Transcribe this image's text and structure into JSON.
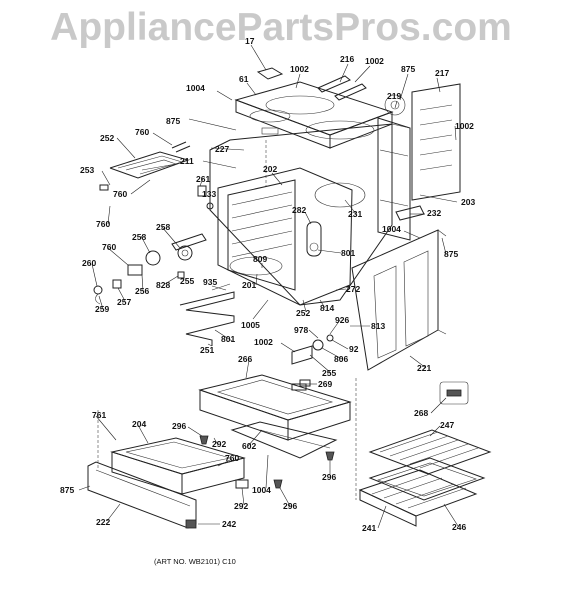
{
  "watermark": "AppliancePartsPros.com",
  "art_number": "(ART NO. WB2101) C10",
  "callouts": [
    {
      "id": "c17",
      "text": "17"
    },
    {
      "id": "c61",
      "text": "61"
    },
    {
      "id": "c1002a",
      "text": "1002"
    },
    {
      "id": "c216",
      "text": "216"
    },
    {
      "id": "c1002b",
      "text": "1002"
    },
    {
      "id": "c875a",
      "text": "875"
    },
    {
      "id": "c217",
      "text": "217"
    },
    {
      "id": "c1004a",
      "text": "1004"
    },
    {
      "id": "c219",
      "text": "219"
    },
    {
      "id": "c875b",
      "text": "875"
    },
    {
      "id": "c1002c",
      "text": "1002"
    },
    {
      "id": "c760a",
      "text": "760"
    },
    {
      "id": "c252a",
      "text": "252"
    },
    {
      "id": "c227",
      "text": "227"
    },
    {
      "id": "c211",
      "text": "211"
    },
    {
      "id": "c253",
      "text": "253"
    },
    {
      "id": "c261",
      "text": "261"
    },
    {
      "id": "c202",
      "text": "202"
    },
    {
      "id": "c760b",
      "text": "760"
    },
    {
      "id": "c133",
      "text": "133"
    },
    {
      "id": "c203",
      "text": "203"
    },
    {
      "id": "c282",
      "text": "282"
    },
    {
      "id": "c231",
      "text": "231"
    },
    {
      "id": "c232",
      "text": "232"
    },
    {
      "id": "c760c",
      "text": "760"
    },
    {
      "id": "c258a",
      "text": "258"
    },
    {
      "id": "c258b",
      "text": "258"
    },
    {
      "id": "c1004b",
      "text": "1004"
    },
    {
      "id": "c875c",
      "text": "875"
    },
    {
      "id": "c760d",
      "text": "760"
    },
    {
      "id": "c809",
      "text": "809"
    },
    {
      "id": "c801a",
      "text": "801"
    },
    {
      "id": "c260",
      "text": "260"
    },
    {
      "id": "c255a",
      "text": "255"
    },
    {
      "id": "c828",
      "text": "828"
    },
    {
      "id": "c256",
      "text": "256"
    },
    {
      "id": "c935",
      "text": "935"
    },
    {
      "id": "c257",
      "text": "257"
    },
    {
      "id": "c259",
      "text": "259"
    },
    {
      "id": "c201",
      "text": "201"
    },
    {
      "id": "c272",
      "text": "272"
    },
    {
      "id": "c814",
      "text": "814"
    },
    {
      "id": "c252b",
      "text": "252"
    },
    {
      "id": "c926",
      "text": "926"
    },
    {
      "id": "c813",
      "text": "813"
    },
    {
      "id": "c1005",
      "text": "1005"
    },
    {
      "id": "c978",
      "text": "978"
    },
    {
      "id": "c801b",
      "text": "801"
    },
    {
      "id": "c251",
      "text": "251"
    },
    {
      "id": "c1002d",
      "text": "1002"
    },
    {
      "id": "c92",
      "text": "92"
    },
    {
      "id": "c806",
      "text": "806"
    },
    {
      "id": "c266",
      "text": "266"
    },
    {
      "id": "c255b",
      "text": "255"
    },
    {
      "id": "c221",
      "text": "221"
    },
    {
      "id": "c269",
      "text": "269"
    },
    {
      "id": "c268",
      "text": "268"
    },
    {
      "id": "c761",
      "text": "761"
    },
    {
      "id": "c204",
      "text": "204"
    },
    {
      "id": "c296a",
      "text": "296"
    },
    {
      "id": "c247",
      "text": "247"
    },
    {
      "id": "c292a",
      "text": "292"
    },
    {
      "id": "c602",
      "text": "602"
    },
    {
      "id": "c760e",
      "text": "760"
    },
    {
      "id": "c296b",
      "text": "296"
    },
    {
      "id": "c875d",
      "text": "875"
    },
    {
      "id": "c1004c",
      "text": "1004"
    },
    {
      "id": "c292b",
      "text": "292"
    },
    {
      "id": "c296c",
      "text": "296"
    },
    {
      "id": "c222",
      "text": "222"
    },
    {
      "id": "c241",
      "text": "241"
    },
    {
      "id": "c246",
      "text": "246"
    },
    {
      "id": "c242",
      "text": "242"
    }
  ]
}
